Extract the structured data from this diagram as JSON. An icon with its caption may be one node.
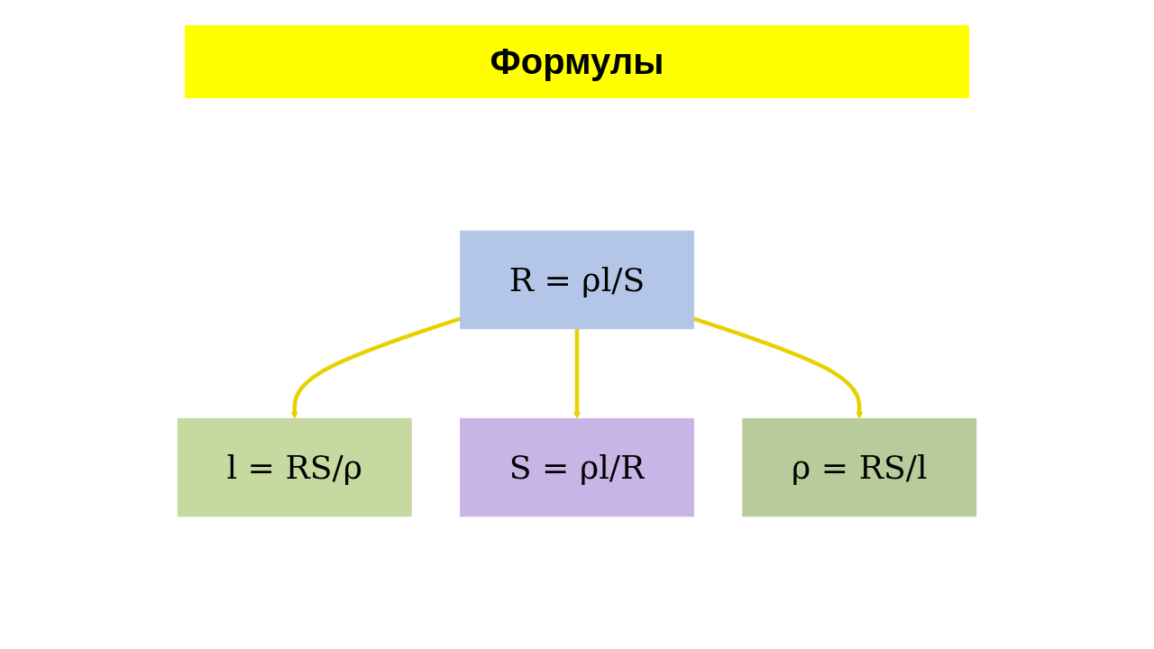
{
  "diagram": {
    "title": "Формулы",
    "nodes": [
      {
        "text": [
          "R = ρl/S"
        ]
      },
      {
        "text": [
          "l = RS/ρ"
        ]
      },
      {
        "text": [
          "S = ρl/R"
        ]
      },
      {
        "text": [
          "ρ = RS/l"
        ]
      }
    ],
    "edges": [
      {
        "from": 0,
        "to": 1,
        "arrow": "to"
      },
      {
        "from": 0,
        "to": 2,
        "arrow": "to"
      },
      {
        "from": 0,
        "to": 3,
        "arrow": "to"
      }
    ]
  }
}
